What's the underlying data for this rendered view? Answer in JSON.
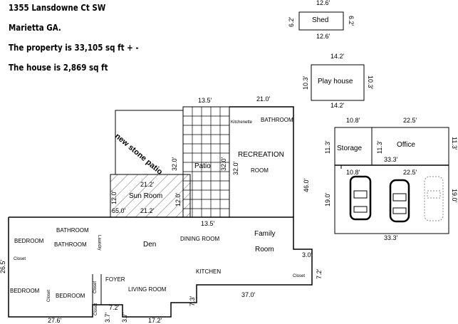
{
  "info": {
    "address": "1355 Lansdowne Ct SW",
    "city": "Marietta GA.",
    "property": "The property is 33,105 sq ft + -",
    "house": "The house is 2,869 sq ft"
  },
  "outbuildings": {
    "shed": {
      "label": "Shed",
      "top": "12.6'",
      "bottom": "12.6'",
      "left": "6.2'",
      "right": "6.2'"
    },
    "playhouse": {
      "label": "Play house",
      "top": "14.2'",
      "bottom": "14.2'",
      "left": "10.3'",
      "right": "10.3'"
    }
  },
  "garage": {
    "top_left": "10.8'",
    "top_right": "22.5'",
    "storage": "Storage",
    "office": "Office",
    "storage_left": "11.3'",
    "storage_right": "11.3'",
    "office_right": "11.3'",
    "inner_width": "33.3'",
    "mid_left": "10.8'",
    "mid_right": "22.5'",
    "side_left": "19.0'",
    "side_right": "19.0'",
    "bottom": "33.3'"
  },
  "patio": {
    "new_stone": "new stone patio",
    "top": "13.5'",
    "bottom": "13.5'",
    "label": "Patio",
    "left_dim": "32.0'",
    "right_dim": "32.0'",
    "sunroom": "Sun Room",
    "sun_top": "21.2'",
    "sun_bottom": "21.2'",
    "sun_side": "12.0'",
    "sun_side2": "12.0'",
    "sixty_five": "65.0'"
  },
  "rec": {
    "top": "21.0'",
    "kitchenette": "Kitchenette",
    "bathroom": "BATHROOM",
    "recreation": "RECREATION",
    "room": "ROOM",
    "left_dim": "32.0'",
    "right_dim": "46.0'"
  },
  "house": {
    "bathroom1": "BATHROOM",
    "bathroom2": "BATHROOM",
    "laundry": "Laundry",
    "bedroom1": "BEDROOM",
    "den": "Den",
    "dining": "DINING ROOM",
    "family": "Family",
    "family2": "Room",
    "kitchen": "KITCHEN",
    "closet_left": "Closet",
    "closet_right": "Closet",
    "closet_mid": "Closet",
    "closet_mid2": "Closet",
    "closet_bottom": "Closet",
    "bedroom2": "BEDROOM",
    "bedroom3": "BEDROOM",
    "foyer": "FOYER",
    "living": "LIVING ROOM",
    "left_dim": "26.5'",
    "bottom_left": "27.6'",
    "step1": "3.7'",
    "step2": "7.2'",
    "step3": "3.7'",
    "bottom_mid": "17.2'",
    "dim_73": "7.3'",
    "dim_37": "37.0'",
    "dim_72": "7.2'",
    "dim_30": "3.0'"
  }
}
